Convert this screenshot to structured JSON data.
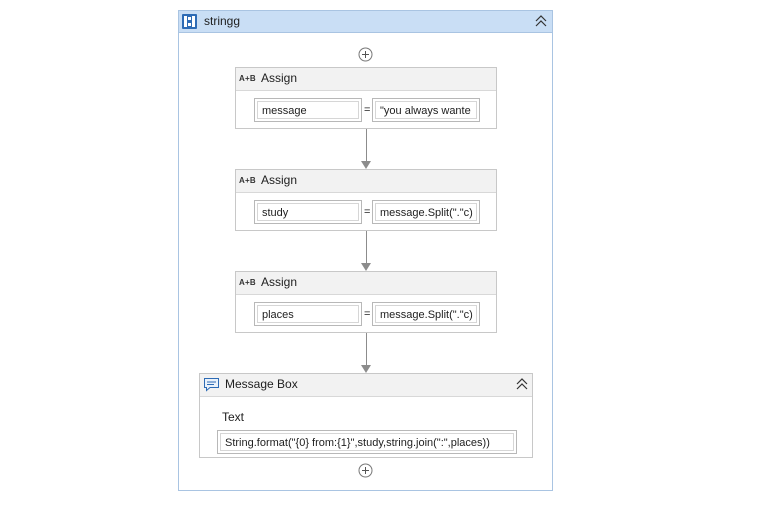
{
  "sequence": {
    "title": "stringg"
  },
  "assigns": [
    {
      "title": "Assign",
      "icon_text": "A+B",
      "to": "message",
      "equals": "=",
      "value": "\"you always wante"
    },
    {
      "title": "Assign",
      "icon_text": "A+B",
      "to": "study",
      "equals": "=",
      "value": "message.Split(\".\"c)"
    },
    {
      "title": "Assign",
      "icon_text": "A+B",
      "to": "places",
      "equals": "=",
      "value": "message.Split(\".\"c)"
    }
  ],
  "message_box": {
    "title": "Message Box",
    "text_label": "Text",
    "text_value": "String.format(\"{0} from:{1}\",study,string.join(\":\",places))"
  },
  "colors": {
    "header_blue": "#c9def5",
    "border_blue": "#a9c4e2",
    "connector": "#8c8c8c"
  },
  "icons": [
    "sequence-icon",
    "collapse-icon",
    "add-activity-icon",
    "assign-icon",
    "message-box-icon"
  ]
}
